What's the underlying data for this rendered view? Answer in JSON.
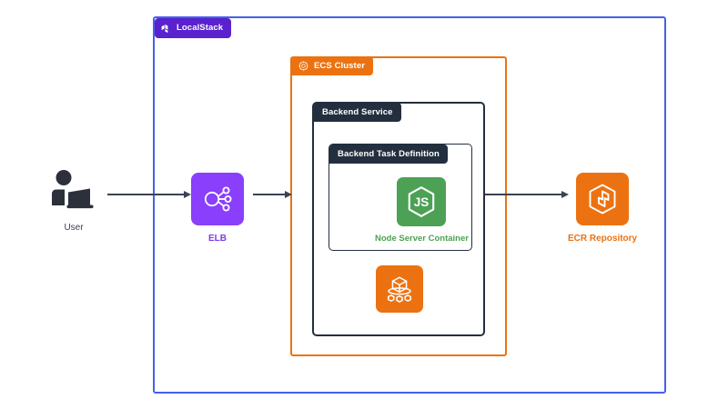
{
  "diagram": {
    "title": "LocalStack ECS architecture diagram",
    "colors": {
      "localstack_purple": "#5a21cf",
      "localstack_border_blue": "#4361ee",
      "aws_orange": "#ec7211",
      "aws_dark": "#232f3e",
      "elb_purple": "#8a3ffc",
      "node_green": "#4ca154",
      "arrow_gray": "#3b4252",
      "background": "#ffffff"
    }
  },
  "boundaries": {
    "localstack": {
      "label": "LocalStack",
      "icon": "localstack-logo-icon",
      "border_color": "#4361ee",
      "tab_color": "#5a21cf"
    },
    "ecs_cluster": {
      "label": "ECS Cluster",
      "icon": "ecs-cluster-icon",
      "border_color": "#ec7211",
      "tab_color": "#ec7211"
    },
    "backend_service": {
      "label": "Backend Service",
      "border_color": "#232f3e",
      "tab_color": "#232f3e"
    },
    "backend_task_definition": {
      "label": "Backend Task Definition",
      "border_color": "#232f3e",
      "tab_color": "#232f3e"
    }
  },
  "nodes": {
    "user": {
      "label": "User",
      "icon": "user-at-laptop-icon",
      "color": "#3b4252"
    },
    "elb": {
      "label": "ELB",
      "icon": "elb-load-balancer-icon",
      "tile_color": "#8a3ffc",
      "label_color": "#7c3aed"
    },
    "node_server_container": {
      "label": "Node Server Container",
      "icon": "nodejs-js-hexagon-icon",
      "tile_color": "#4ca154",
      "label_color": "#4ca154"
    },
    "task_container": {
      "label": "",
      "icon": "ecs-task-container-cube-icon",
      "tile_color": "#ec7211"
    },
    "ecr_repository": {
      "label": "ECR Repository",
      "icon": "ecr-repository-cube-icon",
      "tile_color": "#ec7211",
      "label_color": "#ec7211"
    }
  },
  "connections": [
    {
      "name": "user-to-elb",
      "from": "user",
      "to": "elb",
      "style": "solid-arrow"
    },
    {
      "name": "elb-to-ecs-cluster",
      "from": "elb",
      "to": "ecs_cluster",
      "style": "solid-arrow"
    },
    {
      "name": "task-to-ecr",
      "from": "backend_task_definition",
      "to": "ecr_repository",
      "style": "solid-arrow"
    }
  ]
}
